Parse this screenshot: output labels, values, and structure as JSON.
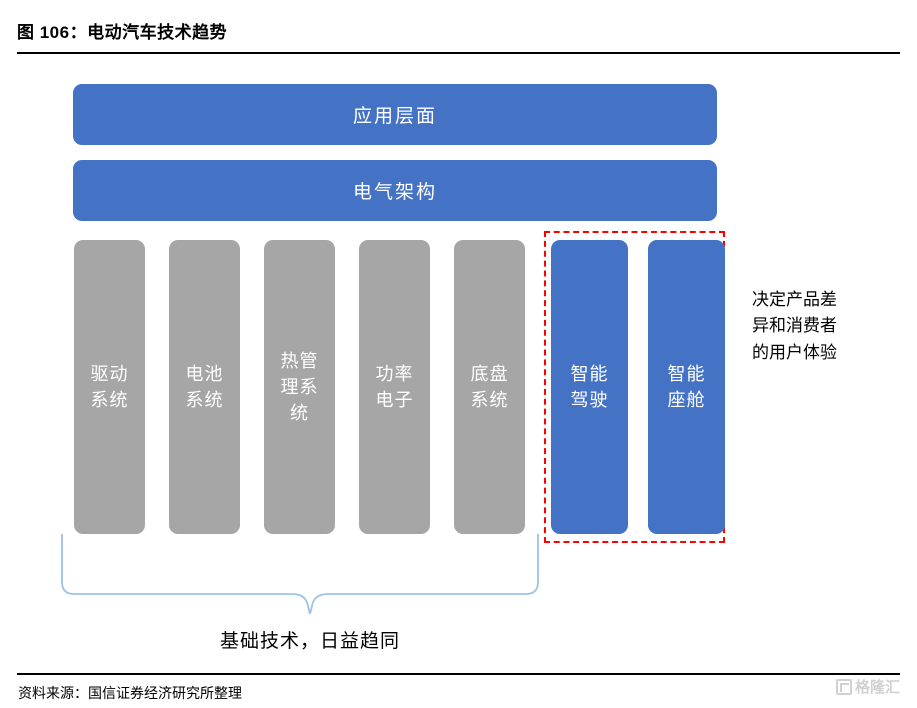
{
  "header": {
    "figure_label": "图 106：",
    "figure_title": "电动汽车技术趋势",
    "full_title": "图 106：电动汽车技术趋势"
  },
  "colors": {
    "blue": "#4472C4",
    "gray": "#A6A6A6",
    "red_dashed": "#FF0000",
    "brace": "#9DC3E6",
    "text_on_fill": "#FFFFFF",
    "rule": "#000000"
  },
  "diagram": {
    "layer_bars": [
      {
        "label": "应用层面"
      },
      {
        "label": "电气架构"
      }
    ],
    "base_columns": [
      {
        "label": "驱动系统"
      },
      {
        "label": "电池系统"
      },
      {
        "label": "热管理系统"
      },
      {
        "label": "功率电子"
      },
      {
        "label": "底盘系统"
      }
    ],
    "smart_columns": [
      {
        "label": "智能驾驶"
      },
      {
        "label": "智能座舱"
      }
    ],
    "right_annotation": "决定产品差异和消费者的用户体验",
    "base_caption": "基础技术，日益趋同"
  },
  "footer": {
    "source": "资料来源：国信证券经济研究所整理"
  },
  "watermark": {
    "text": "格隆汇"
  }
}
